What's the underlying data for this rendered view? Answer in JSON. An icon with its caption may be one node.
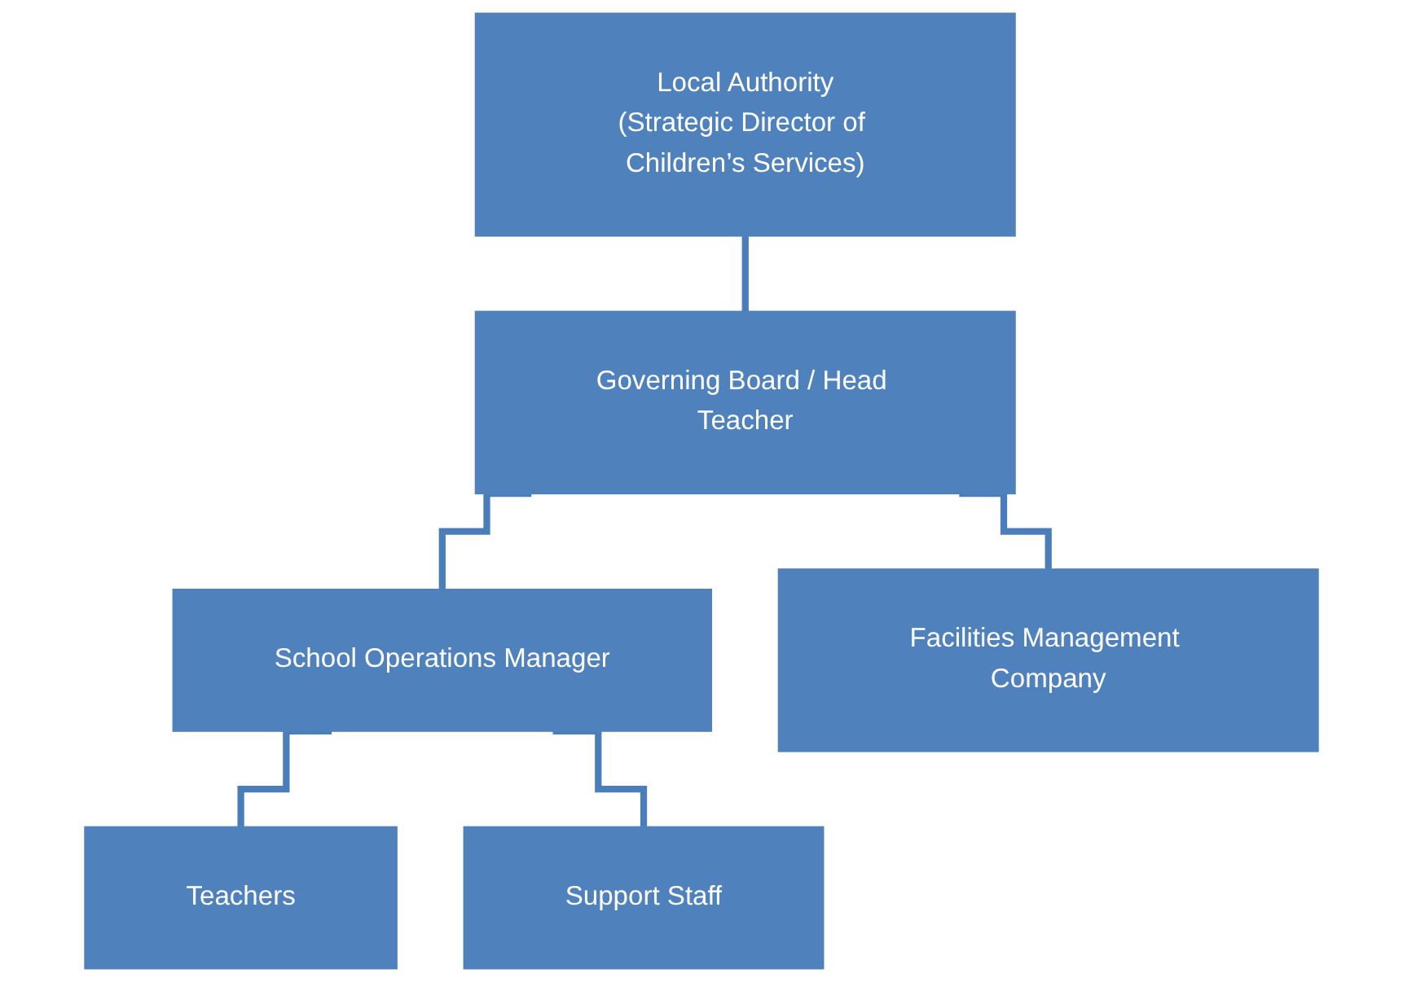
{
  "diagram": {
    "nodes": [
      {
        "text": [
          "Local Authority",
          "(Strategic Director of Children’s Services)"
        ]
      },
      {
        "text": [
          "Governing Board / Head Teacher"
        ]
      },
      {
        "text": [
          "School Operations Manager"
        ]
      },
      {
        "text": [
          "Facilities Management Company"
        ]
      },
      {
        "text": [
          "Teachers"
        ]
      },
      {
        "text": [
          "Support Staff"
        ]
      }
    ],
    "edges": [
      {
        "from": 0,
        "to": 1,
        "arrow": "none"
      },
      {
        "from": 1,
        "to": 2,
        "arrow": "none"
      },
      {
        "from": 1,
        "to": 3,
        "arrow": "none"
      },
      {
        "from": 2,
        "to": 4,
        "arrow": "none"
      },
      {
        "from": 2,
        "to": 5,
        "arrow": "none"
      }
    ]
  }
}
